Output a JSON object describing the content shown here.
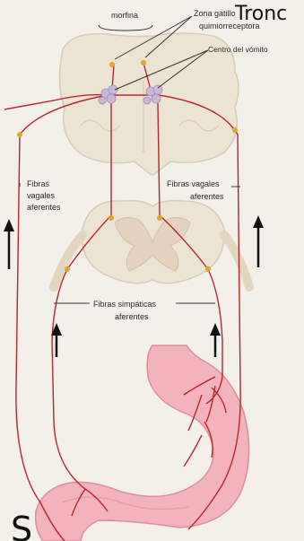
{
  "labels": {
    "morfina": "morfina",
    "zona_line1": "Zona gatillo",
    "zona_line2": "quimiorreceptora",
    "centro": "Centro del vómito",
    "vagal_left_1": "Fibras",
    "vagal_left_2": "vagales",
    "vagal_left_3": "aferentes",
    "vagal_right_1": "Fibras vagales",
    "vagal_right_2": "aferentes",
    "simp_1": "Fibras simpáticas",
    "simp_2": "aferentes"
  },
  "handwriting": {
    "top": "Tronc",
    "bottom": "S"
  },
  "colors": {
    "nerve": "#b8262d",
    "stomach": "#f2b3bd",
    "tissue": "#eadfc9"
  }
}
